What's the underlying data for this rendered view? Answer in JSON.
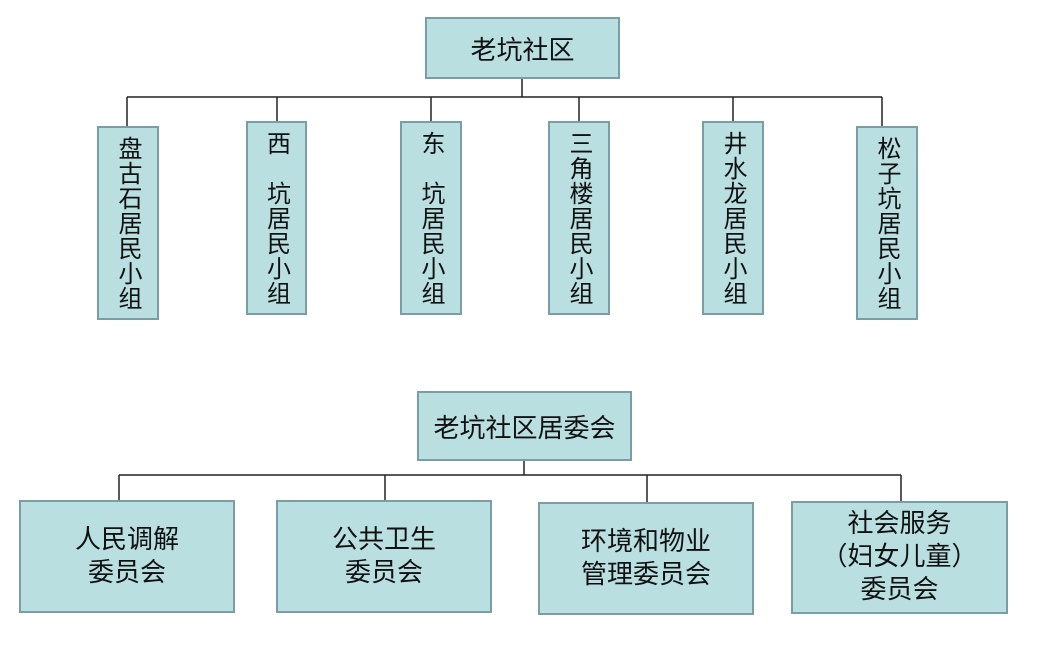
{
  "community": {
    "name": "老坑社区",
    "groups": [
      {
        "label": "盘古石居民小组"
      },
      {
        "label": "西　坑居民小组"
      },
      {
        "label": "东　坑居民小组"
      },
      {
        "label": "三角楼居民小组"
      },
      {
        "label": "井水龙居民小组"
      },
      {
        "label": "松子坑居民小组"
      }
    ]
  },
  "committee": {
    "name": "老坑社区居委会",
    "subcommittees": [
      {
        "label": "人民调解\n委员会"
      },
      {
        "label": "公共卫生\n委员会"
      },
      {
        "label": "环境和物业\n管理委员会"
      },
      {
        "label": "社会服务\n（妇女儿童）\n委员会"
      }
    ]
  },
  "colors": {
    "box_fill": "#b9dfe1",
    "box_border": "#7a9ea6",
    "connector": "#222222"
  }
}
